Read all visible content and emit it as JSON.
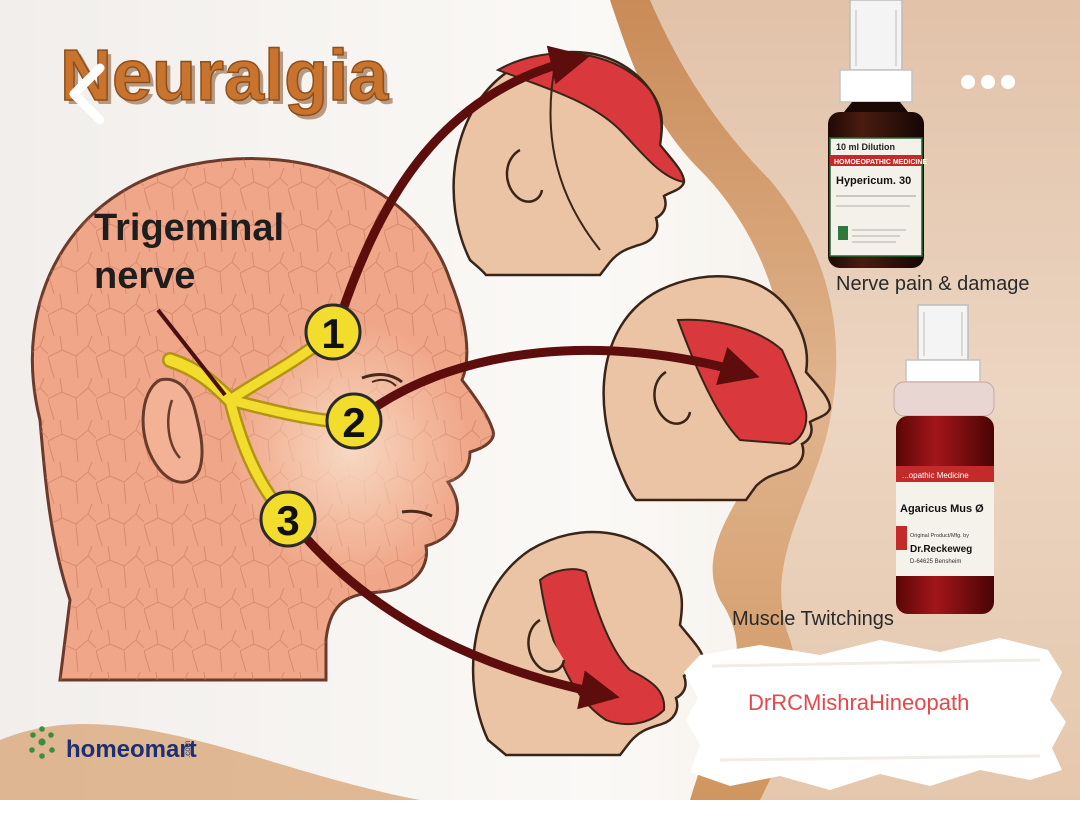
{
  "title": "Neuralgia",
  "nerve_label": {
    "line1": "Trigeminal",
    "line2": "nerve"
  },
  "branches": [
    {
      "number": "1"
    },
    {
      "number": "2"
    },
    {
      "number": "3"
    }
  ],
  "medicines": [
    {
      "top_text": "10 ml Dilution",
      "band_text": "HOMOEOPATHIC MEDICINE",
      "name": "Hypericum. 30",
      "caption": "Nerve pain & damage"
    },
    {
      "band_text": "...opathic Medicine",
      "name": "Agaricus Mus Ø",
      "maker_small": "Original Product/Mfg. by",
      "maker": "Dr.Reckeweg",
      "address": "D-64625 Bensheim",
      "caption": "Muscle Twitchings"
    }
  ],
  "watermark": "DrRCMishraHineopath",
  "brand": {
    "name": "homeomart",
    "suffix": ".com"
  },
  "colors": {
    "title_orange": "#c8742e",
    "pain_red": "#d9393c",
    "nerve_yellow": "#f2dc2c",
    "arrow_dark_red": "#5e0d0d",
    "skin_left": "#f0a688",
    "skin_small": "#ebc4a6",
    "watermark_red": "#e5484a",
    "brand_blue": "#1d2f73",
    "brand_green": "#3a8f3a"
  },
  "icons": [
    "back-chevron-icon",
    "more-dots-icon",
    "homeomart-logo-icon"
  ]
}
